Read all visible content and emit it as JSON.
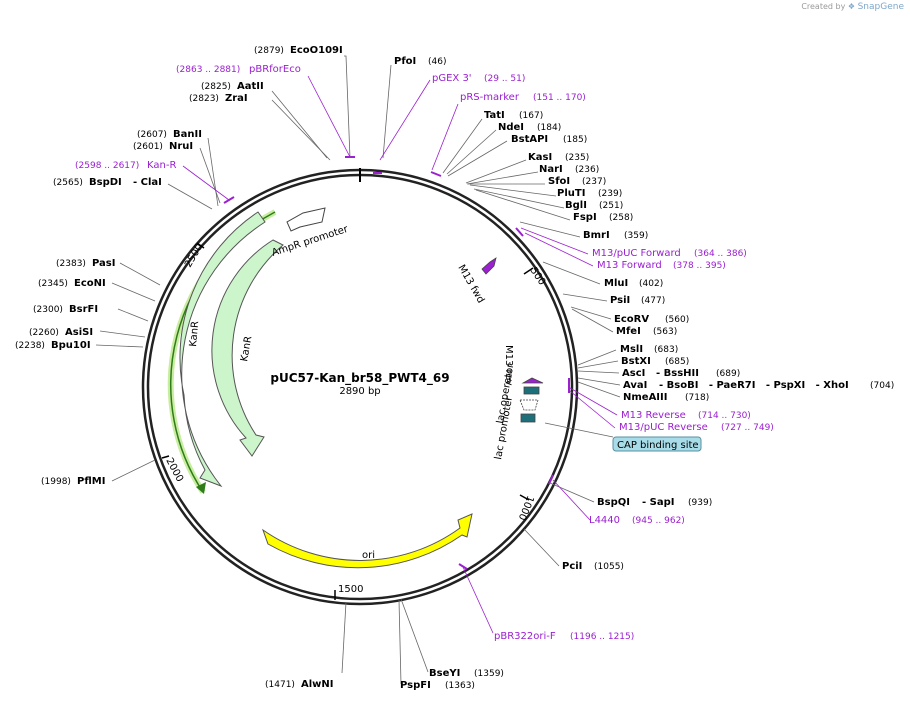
{
  "credit": {
    "prefix": "Created by",
    "brand": "SnapGene"
  },
  "plasmid": {
    "name": "pUC57-Kan_br58_PWT4_69",
    "size_label": "2890 bp",
    "length": 2890
  },
  "ticks": [
    "500",
    "1000",
    "1500",
    "2000",
    "2500"
  ],
  "enzymes_left": [
    {
      "name": "EcoO109I",
      "pos": "(2879)"
    },
    {
      "name": "AatII",
      "pos": "(2825)"
    },
    {
      "name": "ZraI",
      "pos": "(2823)"
    },
    {
      "name": "BanII",
      "pos": "(2607)"
    },
    {
      "name": "NruI",
      "pos": "(2601)"
    },
    {
      "name": "BspDI",
      "pos": "(2565)",
      "extra": "- ClaI"
    },
    {
      "name": "PasI",
      "pos": "(2383)"
    },
    {
      "name": "EcoNI",
      "pos": "(2345)"
    },
    {
      "name": "BsrFI",
      "pos": "(2300)"
    },
    {
      "name": "AsiSI",
      "pos": "(2260)"
    },
    {
      "name": "Bpu10I",
      "pos": "(2238)"
    },
    {
      "name": "PflMI",
      "pos": "(1998)"
    },
    {
      "name": "AlwNI",
      "pos": "(1471)"
    }
  ],
  "enzymes_right": [
    {
      "name": "PfoI",
      "pos": "(46)"
    },
    {
      "name": "TatI",
      "pos": "(167)"
    },
    {
      "name": "NdeI",
      "pos": "(184)"
    },
    {
      "name": "BstAPI",
      "pos": "(185)"
    },
    {
      "name": "KasI",
      "pos": "(235)"
    },
    {
      "name": "NarI",
      "pos": "(236)"
    },
    {
      "name": "SfoI",
      "pos": "(237)"
    },
    {
      "name": "PluTI",
      "pos": "(239)"
    },
    {
      "name": "BglI",
      "pos": "(251)"
    },
    {
      "name": "FspI",
      "pos": "(258)"
    },
    {
      "name": "BmrI",
      "pos": "(359)"
    },
    {
      "name": "MluI",
      "pos": "(402)"
    },
    {
      "name": "PsiI",
      "pos": "(477)"
    },
    {
      "name": "EcoRV",
      "pos": "(560)"
    },
    {
      "name": "MfeI",
      "pos": "(563)"
    },
    {
      "name": "MslI",
      "pos": "(683)"
    },
    {
      "name": "BstXI",
      "pos": "(685)"
    },
    {
      "name": "AscI",
      "pos": "(689)",
      "extra": "- BssHII"
    },
    {
      "name": "AvaI",
      "pos": "(704)",
      "extra": "- BsoBI   - PaeR7I   - PspXI   - XhoI"
    },
    {
      "name": "NmeAIII",
      "pos": "(718)"
    },
    {
      "name": "BspQI",
      "pos": "(939)",
      "extra": "- SapI"
    },
    {
      "name": "PciI",
      "pos": "(1055)"
    },
    {
      "name": "BseYI",
      "pos": "(1359)"
    },
    {
      "name": "PspFI",
      "pos": "(1363)"
    }
  ],
  "primers": [
    {
      "name": "pBRforEco",
      "range": "(2863 .. 2881)"
    },
    {
      "name": "Kan-R",
      "range": "(2598 .. 2617)"
    },
    {
      "name": "pGEX 3'",
      "range": "(29 .. 51)"
    },
    {
      "name": "pRS-marker",
      "range": "(151 .. 170)"
    },
    {
      "name": "M13/pUC Forward",
      "range": "(364 .. 386)"
    },
    {
      "name": "M13 Forward",
      "range": "(378 .. 395)"
    },
    {
      "name": "M13 Reverse",
      "range": "(714 .. 730)"
    },
    {
      "name": "M13/pUC Reverse",
      "range": "(727 .. 749)"
    },
    {
      "name": "L4440",
      "range": "(945 .. 962)"
    },
    {
      "name": "pBR322ori-F",
      "range": "(1196 .. 1215)"
    }
  ],
  "features": {
    "ampr_promoter": "AmpR promoter",
    "kanr": "KanR",
    "ori": "ori",
    "m13_fwd": "M13 fwd",
    "m13_rev": "M13 rev",
    "lac_operator": "lac operator",
    "lac_promoter": "lac promoter",
    "cap_site": "CAP binding site"
  },
  "colors": {
    "primer": "#9b20d0",
    "kanr_fill": "#ccf5cc",
    "kanr_highlight": "#c9eda0",
    "ori_fill": "#ffff00",
    "ampr_fill": "#ffffff",
    "cap_fill": "#a8dce8",
    "lac_operator": "#1d6f7a",
    "backbone": "#222222"
  }
}
